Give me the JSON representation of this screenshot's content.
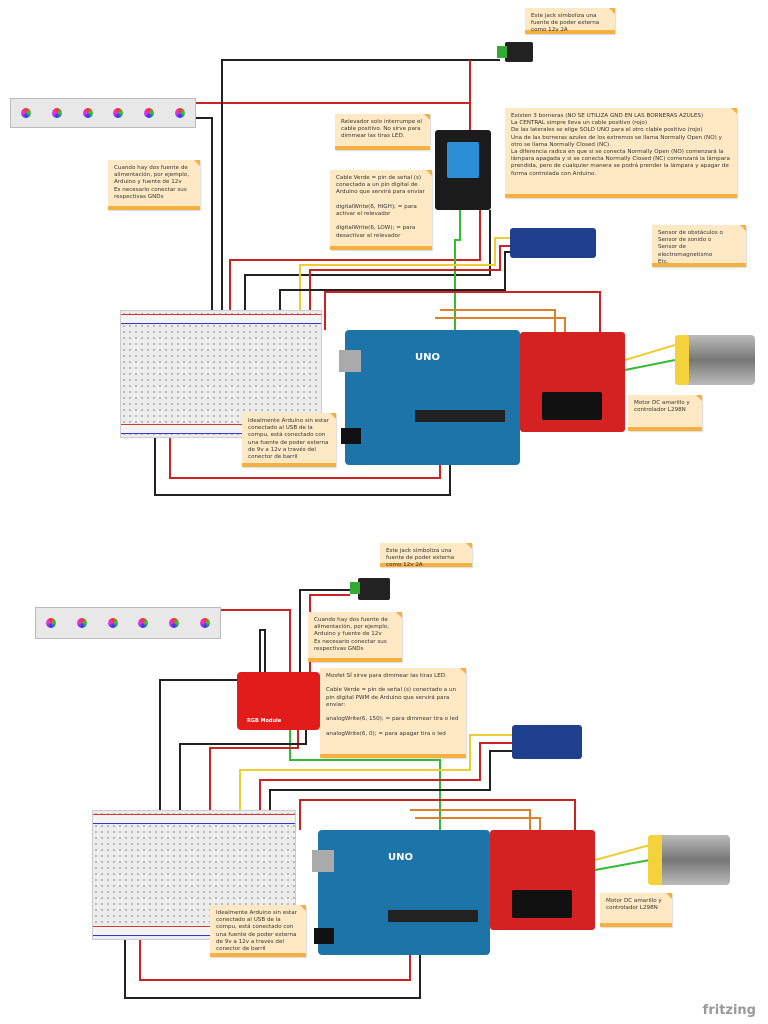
{
  "top": {
    "jack_note": "Este jack simboliza una fuente de poder externa como 12v 2A",
    "gnd_note": "Cuando hay dos fuente de alimentación, por ejemplo, Arduino y fuente de 12v\nEs necesario conectar sus respectivas GNDs",
    "relay_note": "Relevador solo interrumpe el cable positivo. No sirve para dimmear las tiras LED.",
    "cable_note": "Cable Verde = pin de señal (s) conectado a un pin digital de Arduino que servirá para enviar\n\ndigitalWrite(6, HIGH); = para activar el relevador\n\ndigitalWrite(6, LOW); = para desactivar el relevador",
    "borneras_note": "Existen 3 borneras (NO SE UTILIZA GND EN LAS BORNERAS AZULES)\nLa CENTRAL simpre lleva un cable positivo (rojo)\nDe las laterales se elige SOLO UNO para  el otro clable positivo (rojo)\nUna de las borneras azules de los extremos se llama Normally Open (NO) y otro se llama Normally Closed (NC).\nLa diferencia radica en que si se conecta Normally Open (NO) comenzará la lámpara apagada y si se conecta Normally Closed (NC) comenzará la lámpara prendida, pero de cualquier manera se podrá prender la lámpara y apagar de forma controlada con Arduino.",
    "sensor_note": "Sensor de obstáculos o\nSensor de sonido o\nSensor de electromagnetismo\nEtc.",
    "motor_note": "Motor DC amarillo y controlador L298N",
    "ideal_note": "Idealmente Arduino sin estar conectado al USB de la compu, está conectado con una fuente de poder externa de 9v a 12v a través del conector de barril"
  },
  "bottom": {
    "jack_note": "Este jack simboliza una fuente de poder externa como 12v 2A",
    "gnd_note": "Cuando hay dos fuente de alimentación, por ejemplo, Arduino y fuente de 12v\nEs necesario conectar sus respectivas GNDs",
    "mosfet_note": "Mosfet SÍ sirve para dimmear las tiras LED.\n\nCable Verde = pin de señal (s) conectado a un pin digital PWM  de Arduino que servirá para enviar:\n\nanalogWrite(6, 150); = para dimmear tira o led\n\nanalogWrite(6, 0); = para apagar tira o led",
    "mosfet_label": "RGB Module",
    "motor_note": "Motor DC amarillo y controlador L298N",
    "ideal_note": "Idealmente Arduino sin estar conectado al USB de la compu, está conectado con una fuente de poder externa de 9v a 12v a través del conector de barril"
  },
  "board_logo": "UNO",
  "watermark": "fritzing",
  "colors": {
    "wire_red": "#c22",
    "wire_black": "#222",
    "wire_green": "#3b3",
    "wire_yellow": "#ec3",
    "wire_orange": "#d9822b",
    "note_bg": "#fee9c4"
  }
}
